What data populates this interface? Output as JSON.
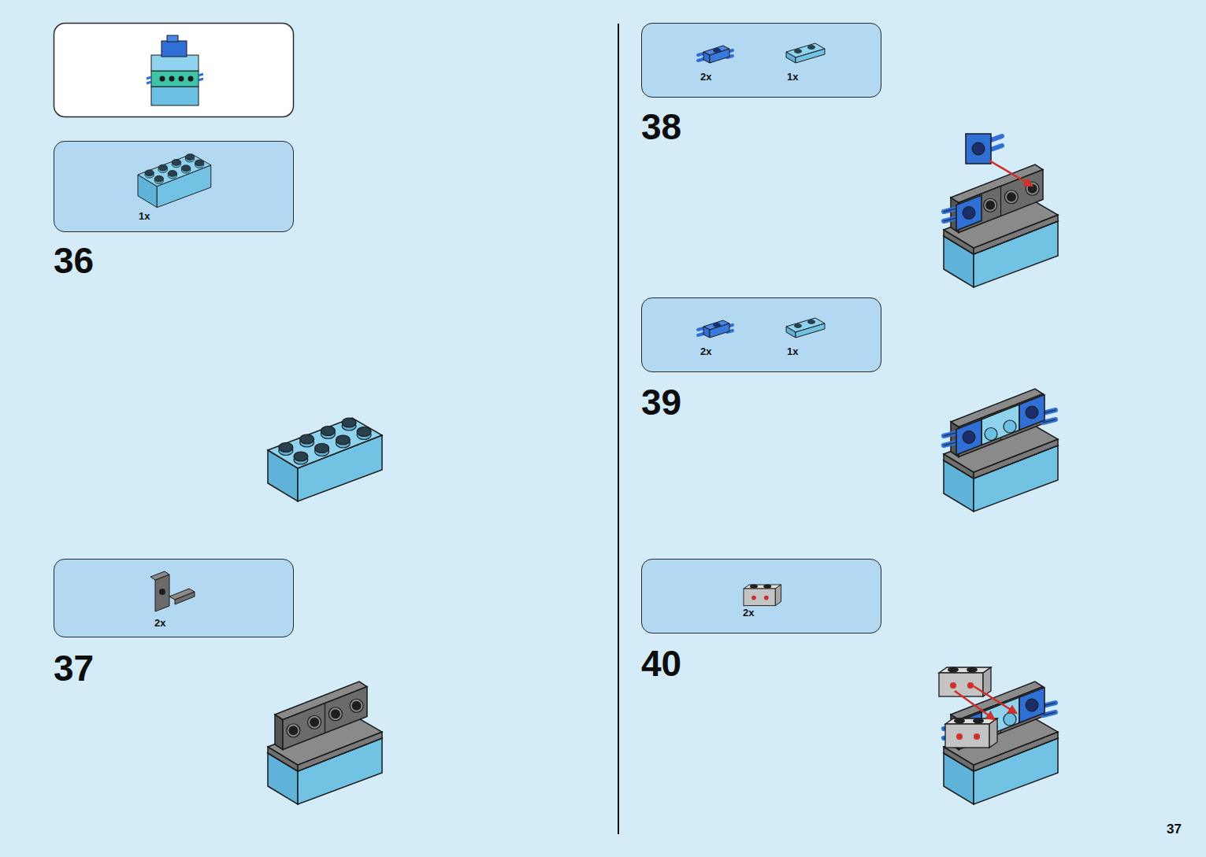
{
  "diagram": {
    "nodes": [
      {
        "text": [
          "1x"
        ]
      },
      {
        "text": [
          "2x"
        ]
      },
      {
        "text": [
          "2x",
          "1x"
        ]
      },
      {
        "text": [
          "2x",
          "1x"
        ]
      },
      {
        "text": [
          "2x"
        ]
      }
    ],
    "labels": [
      "36",
      "37",
      "38",
      "39",
      "40",
      "37"
    ]
  }
}
